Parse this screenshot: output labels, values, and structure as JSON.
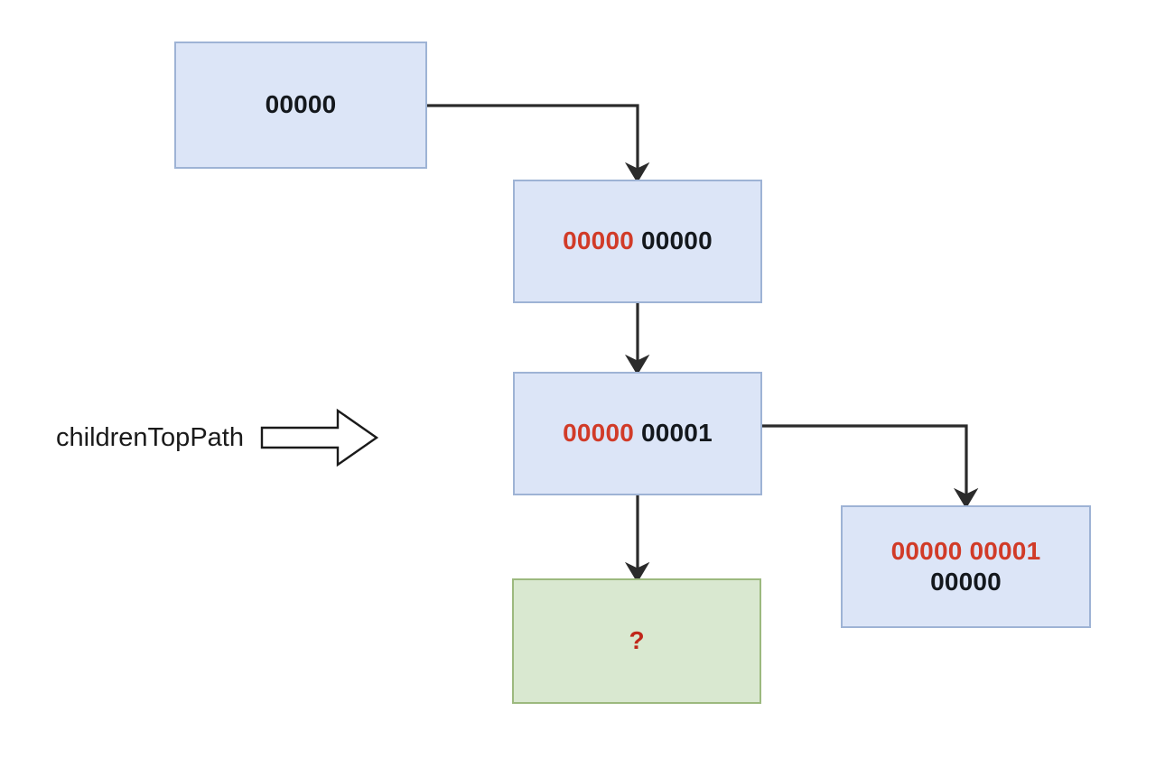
{
  "diagram": {
    "title": "childrenTopPath path derivation diagram",
    "colors": {
      "node_fill_blue": "#dce5f7",
      "node_border_blue": "#9eb3d5",
      "node_fill_green": "#d9e8d0",
      "node_border_green": "#9cb97e",
      "highlight_text": "#d13b28",
      "normal_text": "#14181d",
      "connector": "#2b2b2b",
      "background": "#ffffff"
    },
    "annotation": {
      "label": "childrenTopPath",
      "arrow_icon": "right-block-arrow-icon"
    },
    "nodes": [
      {
        "id": "root",
        "type": "blue",
        "lines": [
          {
            "segments": [
              {
                "text": "00000",
                "color": "normal"
              }
            ]
          }
        ]
      },
      {
        "id": "child-1",
        "type": "blue",
        "lines": [
          {
            "segments": [
              {
                "text": "00000",
                "color": "highlight"
              },
              {
                "text": " ",
                "color": "normal"
              },
              {
                "text": "00000",
                "color": "normal"
              }
            ]
          }
        ]
      },
      {
        "id": "child-2",
        "type": "blue",
        "lines": [
          {
            "segments": [
              {
                "text": "00000",
                "color": "highlight"
              },
              {
                "text": " ",
                "color": "normal"
              },
              {
                "text": "00001",
                "color": "normal"
              }
            ]
          }
        ]
      },
      {
        "id": "grandchild",
        "type": "blue",
        "lines": [
          {
            "segments": [
              {
                "text": "00000 00001",
                "color": "highlight"
              }
            ]
          },
          {
            "segments": [
              {
                "text": "00000",
                "color": "normal"
              }
            ]
          }
        ]
      },
      {
        "id": "unknown",
        "type": "green",
        "lines": [
          {
            "segments": [
              {
                "text": "?",
                "color": "highlight"
              }
            ]
          }
        ]
      }
    ],
    "edges": [
      {
        "id": "root-to-child-1",
        "from": "root",
        "to": "child-1",
        "style": "elbow-right-down",
        "arrow": "down"
      },
      {
        "id": "child-1-to-child-2",
        "from": "child-1",
        "to": "child-2",
        "style": "straight-down",
        "arrow": "down"
      },
      {
        "id": "child-2-to-unknown",
        "from": "child-2",
        "to": "unknown",
        "style": "straight-down",
        "arrow": "down"
      },
      {
        "id": "child-2-to-grandchild",
        "from": "child-2",
        "to": "grandchild",
        "style": "elbow-right-down",
        "arrow": "down"
      }
    ]
  }
}
